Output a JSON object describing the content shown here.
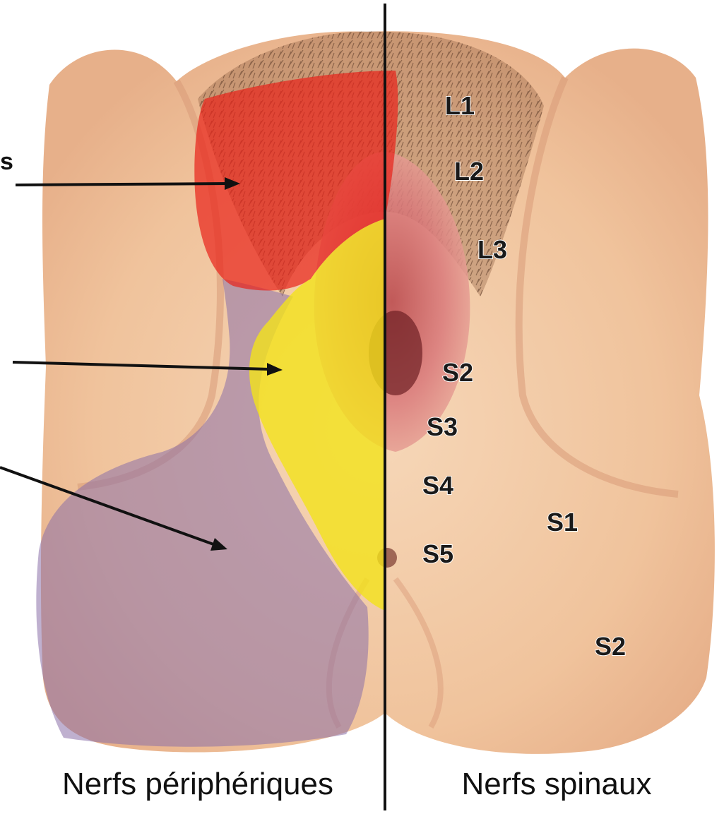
{
  "colors": {
    "skin": "#f2c9a3",
    "skin_shadow": "#d99a78",
    "hair": "#5a3a28",
    "red_zone": "#e8221a",
    "yellow_zone": "#f2e21a",
    "purple_zone": "#8a6fa8",
    "line": "#111111"
  },
  "partial_label": "s",
  "spinal_labels": {
    "l1": "L1",
    "l2": "L2",
    "l3": "L3",
    "s2_upper": "S2",
    "s3": "S3",
    "s4": "S4",
    "s5": "S5",
    "s1": "S1",
    "s2_lower": "S2"
  },
  "captions": {
    "left": "Nerfs périphériques",
    "right": "Nerfs spinaux"
  }
}
